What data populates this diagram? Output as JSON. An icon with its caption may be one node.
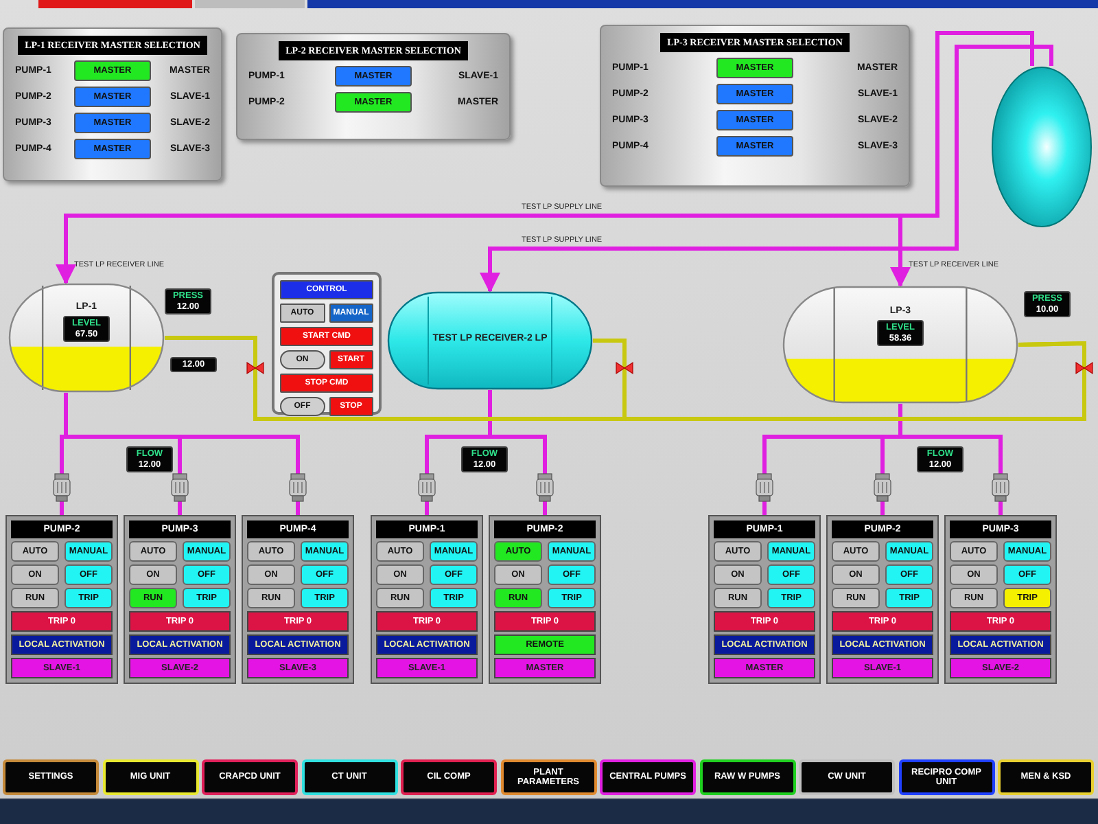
{
  "diagram": {
    "nodes": [
      {
        "text": [
          "LP-1 RECEIVER MASTER SELECTION",
          "PUMP-1",
          "MASTER",
          "MASTER",
          "PUMP-2",
          "MASTER",
          "SLAVE-1",
          "PUMP-3",
          "MASTER",
          "SLAVE-2",
          "PUMP-4",
          "MASTER",
          "SLAVE-3"
        ]
      },
      {
        "text": [
          "LP-2 RECEIVER MASTER SELECTION",
          "PUMP-1",
          "MASTER",
          "SLAVE-1",
          "PUMP-2",
          "MASTER",
          "MASTER"
        ]
      },
      {
        "text": [
          "LP-3 RECEIVER MASTER SELECTION",
          "PUMP-1",
          "MASTER",
          "MASTER",
          "PUMP-2",
          "MASTER",
          "SLAVE-1",
          "PUMP-3",
          "MASTER",
          "SLAVE-2",
          "PUMP-4",
          "MASTER",
          "SLAVE-3"
        ]
      },
      {
        "text": [],
        "shape": "circle"
      },
      {
        "text": [
          "LP-1",
          "LEVEL",
          "67.50"
        ],
        "beside": [
          "PRESS",
          "12.00",
          "12.00"
        ]
      },
      {
        "text": [
          "CONTROL",
          "AUTO",
          "MANUAL",
          "START CMD",
          "ON",
          "START",
          "STOP CMD",
          "OFF",
          "STOP"
        ]
      },
      {
        "text": [
          "TEST LP RECEIVER-2 LP"
        ]
      },
      {
        "text": [
          "LP-3",
          "LEVEL",
          "58.36"
        ],
        "beside": [
          "PRESS",
          "10.00"
        ]
      },
      {
        "text": [
          "PUMP-2",
          "AUTO",
          "MANUAL",
          "ON",
          "OFF",
          "RUN",
          "TRIP",
          "TRIP 0",
          "LOCAL ACTIVATION",
          "SLAVE-1"
        ]
      },
      {
        "text": [
          "PUMP-3",
          "AUTO",
          "MANUAL",
          "ON",
          "OFF",
          "RUN",
          "TRIP",
          "TRIP 0",
          "LOCAL ACTIVATION",
          "SLAVE-2"
        ]
      },
      {
        "text": [
          "PUMP-4",
          "AUTO",
          "MANUAL",
          "ON",
          "OFF",
          "RUN",
          "TRIP",
          "TRIP 0",
          "LOCAL ACTIVATION",
          "SLAVE-3"
        ]
      },
      {
        "text": [
          "PUMP-1",
          "AUTO",
          "MANUAL",
          "ON",
          "OFF",
          "RUN",
          "TRIP",
          "TRIP 0",
          "LOCAL ACTIVATION",
          "SLAVE-1"
        ]
      },
      {
        "text": [
          "PUMP-2",
          "AUTO",
          "MANUAL",
          "ON",
          "OFF",
          "RUN",
          "TRIP",
          "TRIP 0",
          "REMOTE",
          "MASTER"
        ]
      },
      {
        "text": [
          "PUMP-1",
          "AUTO",
          "MANUAL",
          "ON",
          "OFF",
          "RUN",
          "TRIP",
          "TRIP 0",
          "LOCAL ACTIVATION",
          "MASTER"
        ]
      },
      {
        "text": [
          "PUMP-2",
          "AUTO",
          "MANUAL",
          "ON",
          "OFF",
          "RUN",
          "TRIP",
          "TRIP 0",
          "LOCAL ACTIVATION",
          "SLAVE-1"
        ]
      },
      {
        "text": [
          "PUMP-3",
          "AUTO",
          "MANUAL",
          "ON",
          "OFF",
          "RUN",
          "TRIP",
          "TRIP 0",
          "LOCAL ACTIVATION",
          "SLAVE-2"
        ]
      }
    ],
    "edges": [
      {
        "from": 3,
        "to": 4,
        "arrow": "to"
      },
      {
        "from": 3,
        "to": 6,
        "arrow": "to"
      },
      {
        "from": 3,
        "to": 7,
        "arrow": "to"
      },
      {
        "from": 4,
        "to": 8,
        "arrow": "none"
      },
      {
        "from": 4,
        "to": 9,
        "arrow": "none"
      },
      {
        "from": 4,
        "to": 10,
        "arrow": "none"
      },
      {
        "from": 6,
        "to": 11,
        "arrow": "none"
      },
      {
        "from": 6,
        "to": 12,
        "arrow": "none"
      },
      {
        "from": 7,
        "to": 13,
        "arrow": "none"
      },
      {
        "from": 7,
        "to": 14,
        "arrow": "none"
      },
      {
        "from": 7,
        "to": 15,
        "arrow": "none"
      },
      {
        "from": 4,
        "to": 7,
        "arrow": "none",
        "color": "#c8c810"
      },
      {
        "from": 6,
        "to": 7,
        "arrow": "none",
        "color": "#c8c810"
      }
    ],
    "labels": [
      "TEST LP SUPPLY LINE",
      "TEST LP SUPPLY LINE",
      "TEST LP RECEIVER LINE",
      "TEST LP RECEIVER LINE",
      "FLOW",
      "12.00",
      "FLOW",
      "12.00",
      "FLOW",
      "12.00",
      "SETTINGS",
      "MIG UNIT",
      "CRAPCD UNIT",
      "CT UNIT",
      "CIL COMP",
      "PLANT PARAMETERS",
      "CENTRAL PUMPS",
      "RAW W PUMPS",
      "CW UNIT",
      "RECIPRO COMP UNIT",
      "MEN & KSD"
    ]
  }
}
